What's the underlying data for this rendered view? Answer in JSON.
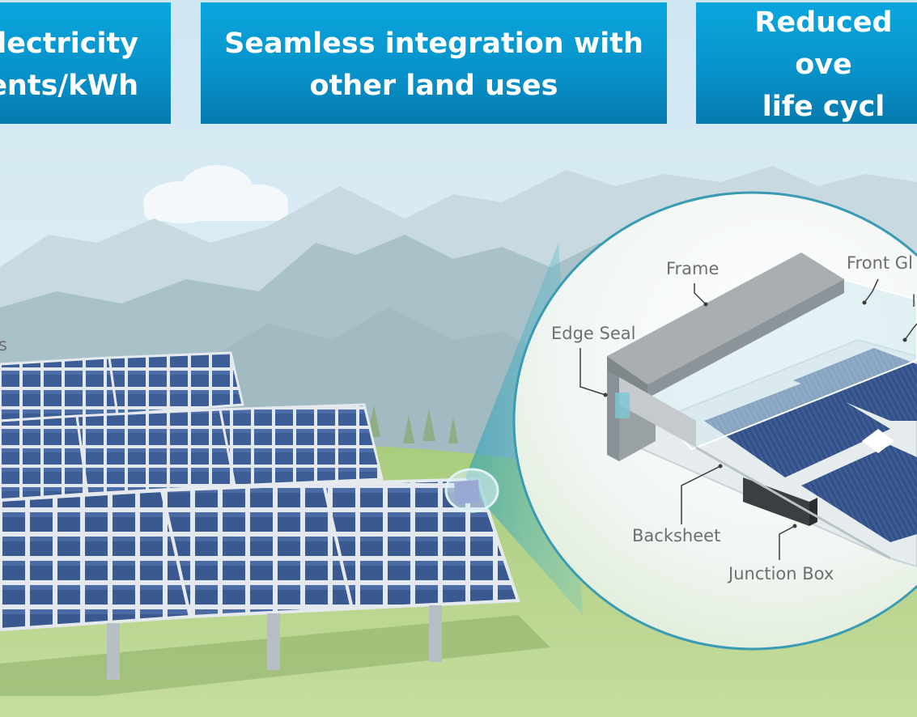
{
  "banners": [
    {
      "text": "electricity\nents/kWh"
    },
    {
      "text": "Seamless integration with\nother land uses"
    },
    {
      "text": "Reduced ove\nlife cycl"
    }
  ],
  "field_label": "s",
  "callouts": {
    "frame": "Frame",
    "front_glass": "Front Gl",
    "edge_seal": "Edge Seal",
    "backsheet": "Backsheet",
    "junction_box": "Junction Box",
    "partial": "I"
  },
  "colors": {
    "banner": "#0896cc",
    "sky": "#dfeef6",
    "mountain_far": "#c5d8df",
    "mountain_near": "#aac2c9",
    "grass": "#a5c878",
    "panel_cell": "#3e5f99",
    "panel_frame": "#e4e8ec",
    "lens_border": "#3a9bb4"
  }
}
